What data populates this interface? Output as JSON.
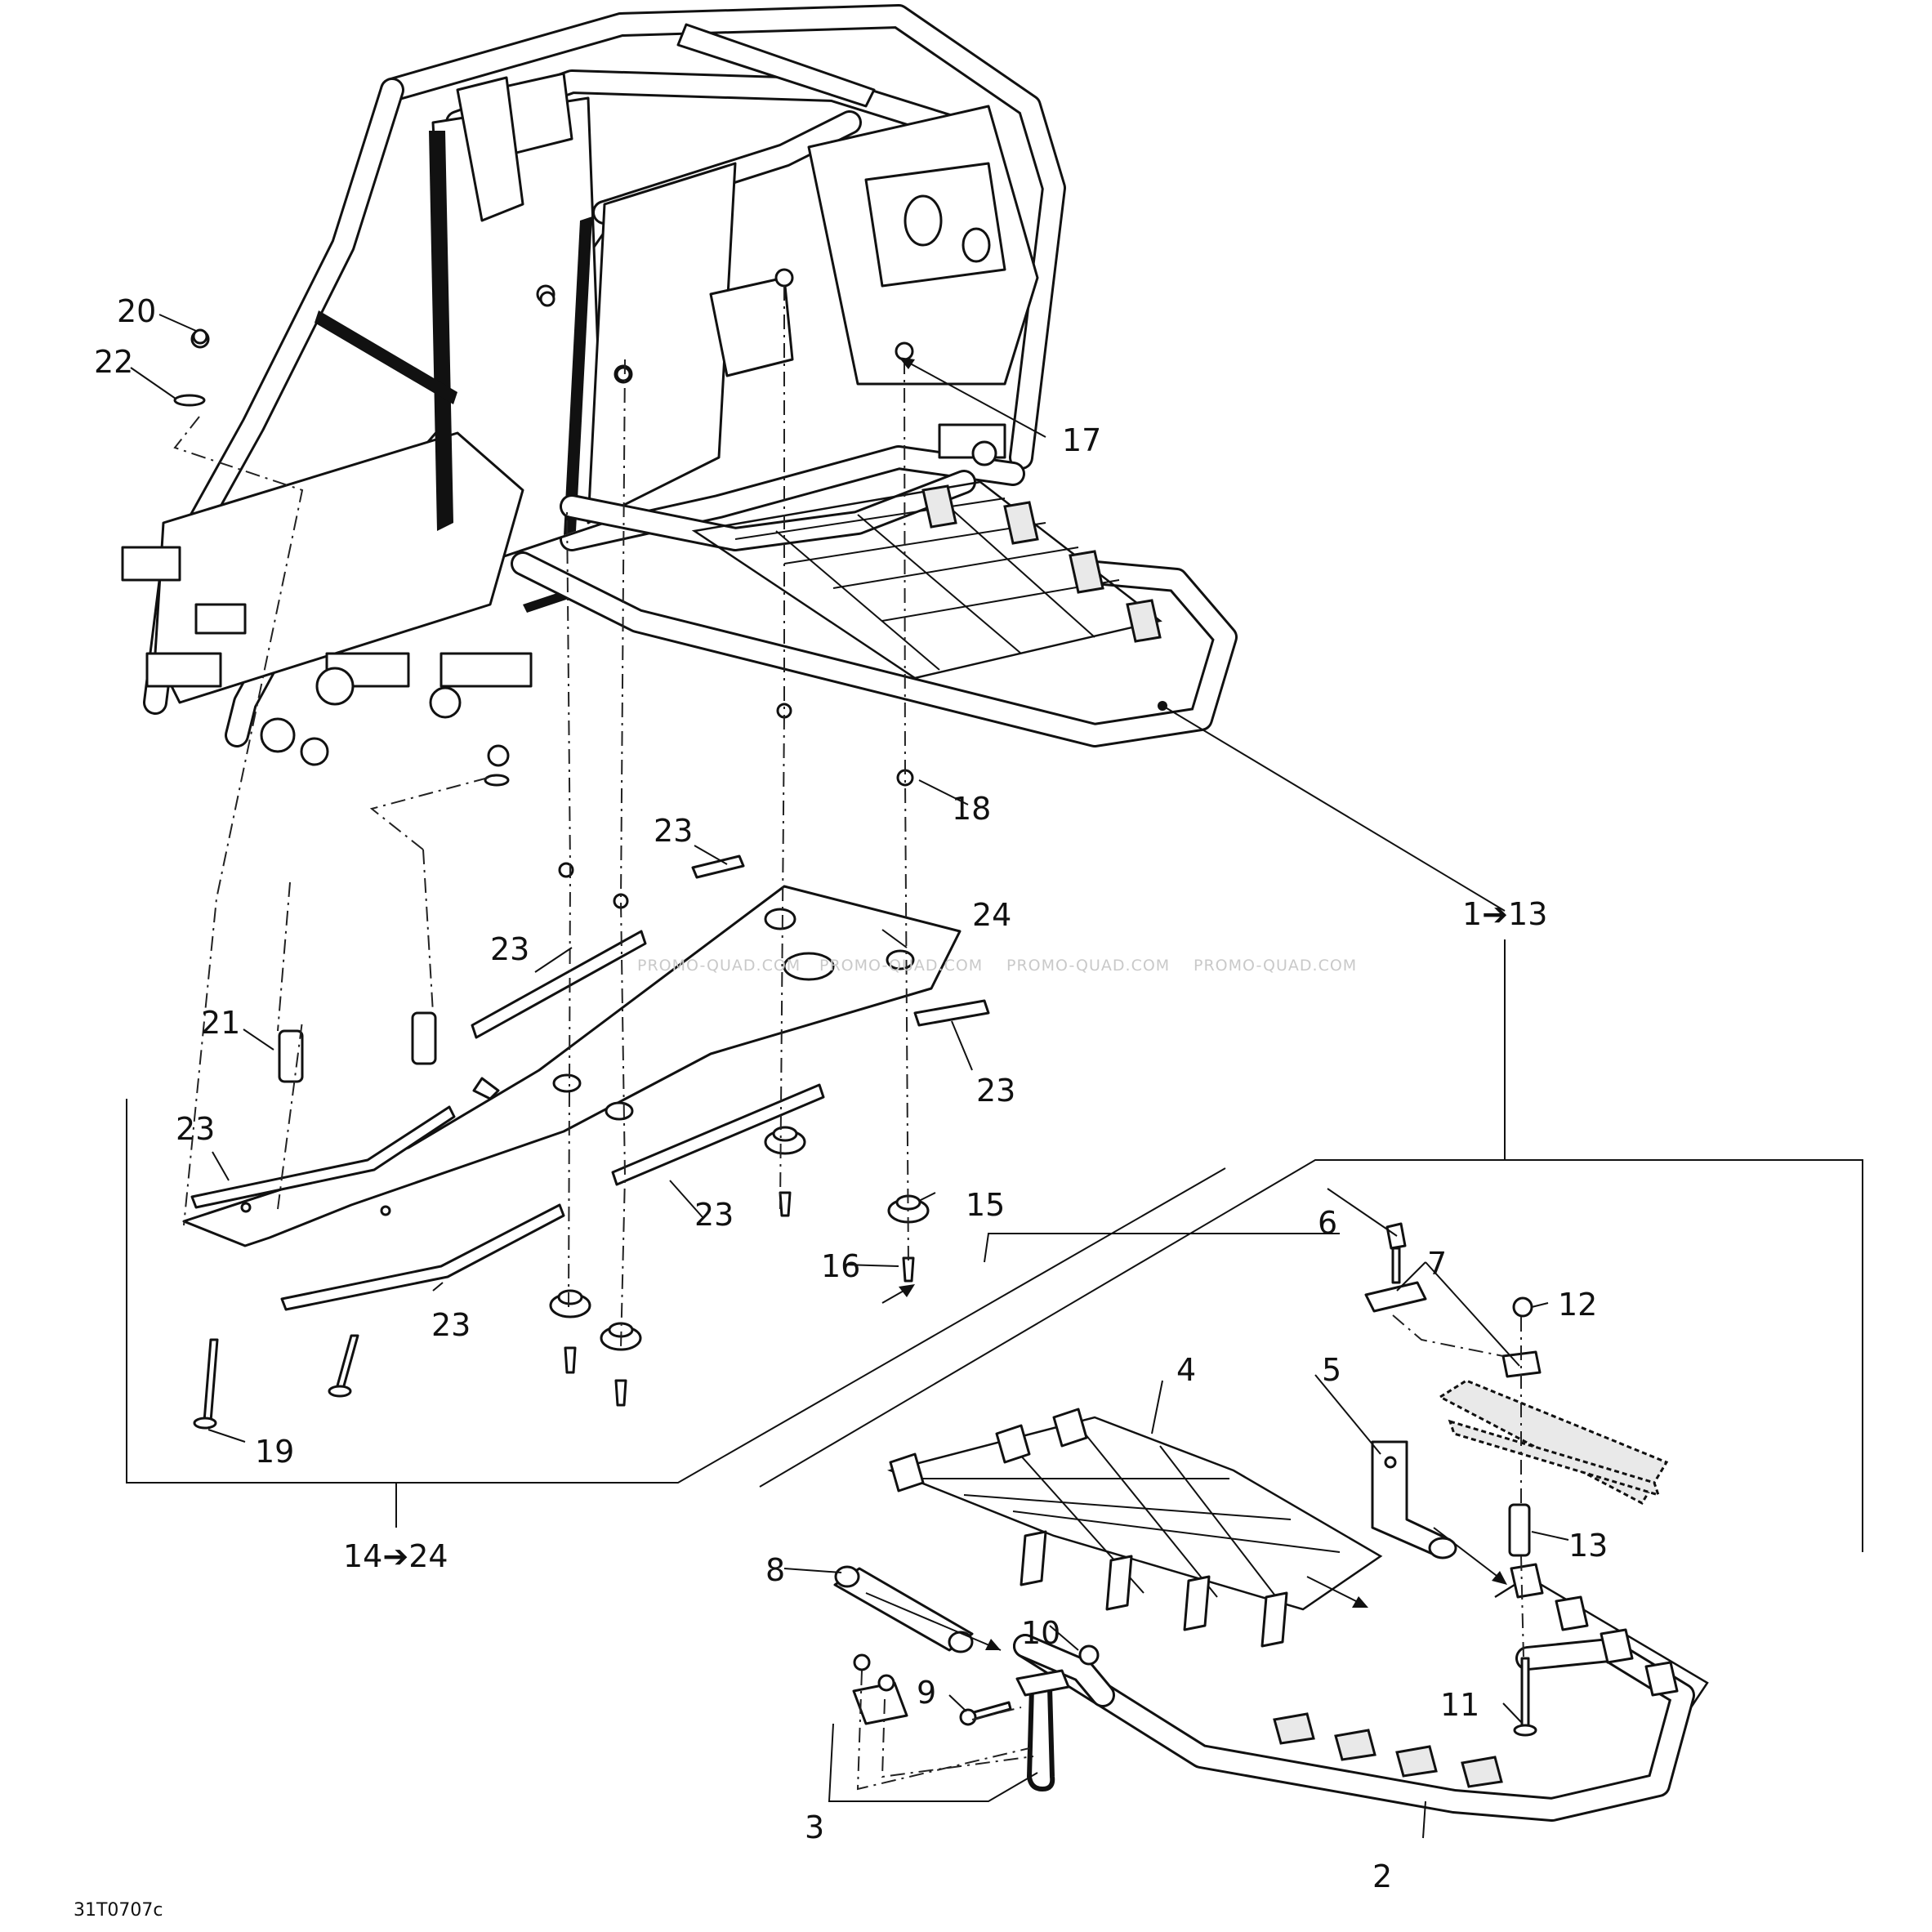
{
  "diagram_code": "31T0707c",
  "watermark": "PROMO-QUAD.COM",
  "group_labels": {
    "upper_group": "1➔13",
    "lower_group": "14➔24"
  },
  "callouts": {
    "c1": "2",
    "c2": "3",
    "c3": "4",
    "c4": "5",
    "c5": "6",
    "c6": "7",
    "c7": "8",
    "c8": "9",
    "c9": "10",
    "c10": "11",
    "c11": "12",
    "c12": "13",
    "c13": "15",
    "c14": "16",
    "c15": "17",
    "c16": "18",
    "c17": "19",
    "c18": "20",
    "c19": "21",
    "c20": "22",
    "c21": "23",
    "c22": "23",
    "c23": "23",
    "c24": "23",
    "c25": "23",
    "c26": "23",
    "c27": "24"
  }
}
